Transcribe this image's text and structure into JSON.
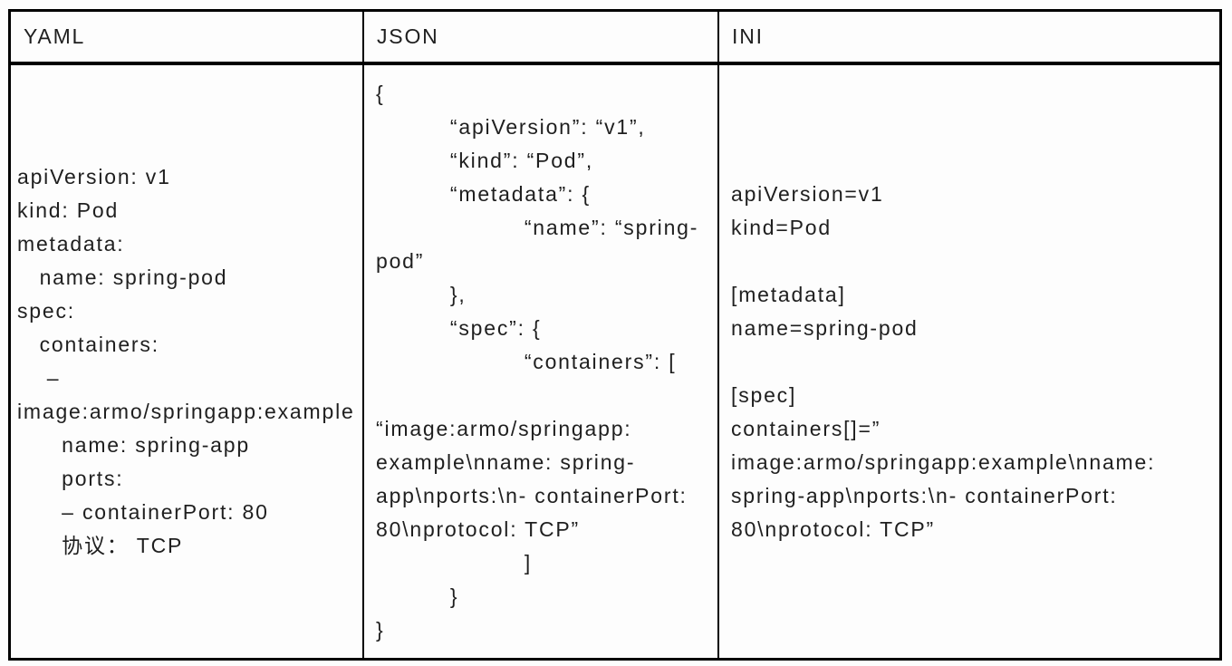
{
  "colors": {
    "border": "#000000",
    "text": "#1f1f1f",
    "background": "#fdfdfd"
  },
  "table": {
    "columns": [
      {
        "header": "YAML",
        "code": "apiVersion: v1\nkind: Pod\nmetadata:\n   name: spring-pod\nspec:\n   containers:\n    –\nimage:armo/springapp:example\n      name: spring-app\n      ports:\n      – containerPort: 80\n      协议： TCP"
      },
      {
        "header": "JSON",
        "code": "{\n          “apiVersion”: “v1”,\n          “kind”: “Pod”,\n          “metadata”: {\n                    “name”: “spring-\npod”\n          },\n          “spec”: {\n                    “containers”: [\n\n“image:armo/springapp:\nexample\\nname: spring-\napp\\nports:\\n- containerPort:\n80\\nprotocol: TCP”\n                    ]\n          }\n}"
      },
      {
        "header": "INI",
        "code": "apiVersion=v1\nkind=Pod\n\n[metadata]\nname=spring-pod\n\n[spec]\ncontainers[]=”\nimage:armo/springapp:example\\nname:\nspring-app\\nports:\\n- containerPort:\n80\\nprotocol: TCP”"
      }
    ]
  }
}
